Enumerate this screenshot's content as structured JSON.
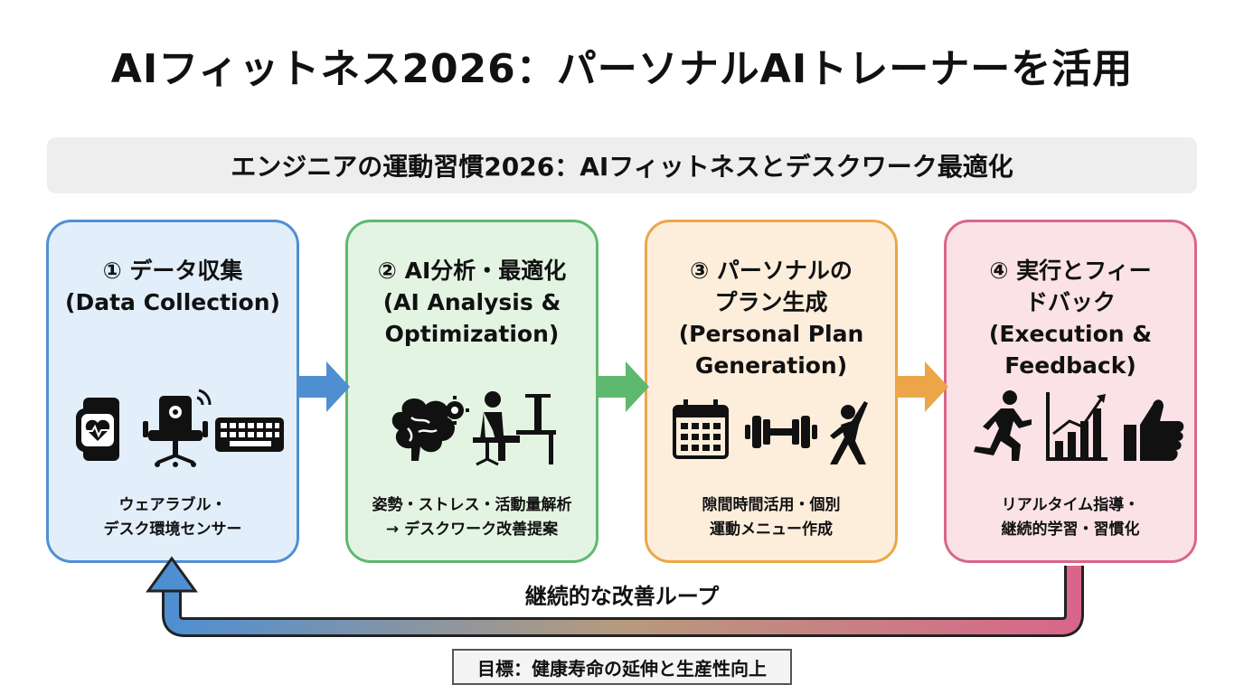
{
  "title": "AIフィットネス2026：パーソナルAIトレーナーを活用",
  "subtitle": "エンジニアの運動習慣2026：AIフィットネスとデスクワーク最適化",
  "steps": [
    {
      "heading": "① データ収集\n(Data Collection)",
      "icons": [
        "smartwatch-heart-icon",
        "desk-chair-sensor-icon",
        "keyboard-icon"
      ],
      "description": "ウェアラブル・\nデスク環境センサー",
      "color": "#4f8fd1"
    },
    {
      "heading": "② AI分析・最適化\n(AI Analysis &\nOptimization)",
      "icons": [
        "brain-gear-icon",
        "person-at-desk-icon"
      ],
      "description": "姿勢・ストレス・活動量解析\n→ デスクワーク改善提案",
      "color": "#5fb870"
    },
    {
      "heading": "③ パーソナルの\nプラン生成\n(Personal Plan\nGeneration)",
      "icons": [
        "calendar-icon",
        "dumbbell-icon",
        "stretching-person-icon"
      ],
      "description": "隙間時間活用・個別\n運動メニュー作成",
      "color": "#eca647"
    },
    {
      "heading": "④ 実行とフィー\nドバック\n(Execution &\nFeedback)",
      "icons": [
        "running-person-icon",
        "growth-chart-icon",
        "thumbs-up-icon"
      ],
      "description": "リアルタイム指導・\n継続的学習・習慣化",
      "color": "#d9668a"
    }
  ],
  "loop_label": "継続的な改善ループ",
  "goal": "目標：健康寿命の延伸と生産性向上"
}
